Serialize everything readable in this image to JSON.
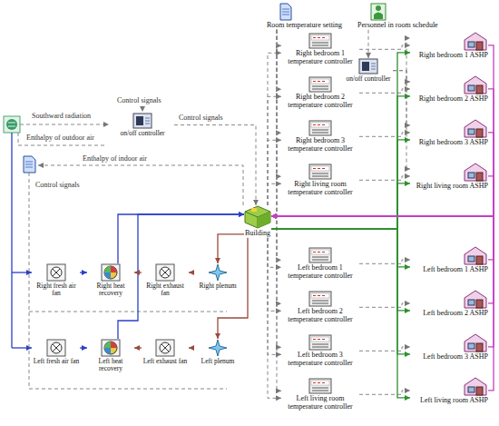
{
  "diagram": {
    "nodes": [
      {
        "text": [
          "on/off controller"
        ]
      },
      {
        "text": [
          "Room temperature setting"
        ]
      },
      {
        "text": [
          "Personnel in room schedule"
        ]
      },
      {
        "text": [
          "Building"
        ]
      },
      {
        "text": [
          "Right bedroom 1 temperature controller"
        ]
      },
      {
        "text": [
          "Right bedroom 2 temperature controller"
        ]
      },
      {
        "text": [
          "Right bedroom 3 temperature controller"
        ]
      },
      {
        "text": [
          "Right living room temperature controller"
        ]
      },
      {
        "text": [
          "on/off controller"
        ]
      },
      {
        "text": [
          "Right bedroom 1 ASHP"
        ]
      },
      {
        "text": [
          "Right bedroom 2 ASHP"
        ]
      },
      {
        "text": [
          "Right bedroom 3 ASHP"
        ]
      },
      {
        "text": [
          "Right living room ASHP"
        ]
      },
      {
        "text": [
          "Right fresh air fan"
        ]
      },
      {
        "text": [
          "Right heat recovery"
        ]
      },
      {
        "text": [
          "Right exhaust fan"
        ]
      },
      {
        "text": [
          "Right plenum"
        ]
      },
      {
        "text": [
          "Left fresh air fan"
        ]
      },
      {
        "text": [
          "Left heat recovery"
        ]
      },
      {
        "text": [
          "Left exhaust fan"
        ]
      },
      {
        "text": [
          "Left plenum"
        ]
      },
      {
        "text": [
          "Left bedroom 1 temperature controller"
        ]
      },
      {
        "text": [
          "Left bedroom 2 temperature controller"
        ]
      },
      {
        "text": [
          "Left bedroom 3 temperature controller"
        ]
      },
      {
        "text": [
          "Left living room temperature controller"
        ]
      },
      {
        "text": [
          "Left bedroom 1 ASHP"
        ]
      },
      {
        "text": [
          "Left bedroom 2 ASHP"
        ]
      },
      {
        "text": [
          "Left bedroom 3 ASHP"
        ]
      },
      {
        "text": [
          "Left living room ASHP"
        ]
      }
    ],
    "edges": [
      {
        "from": 0,
        "to": 3,
        "arrow": "to"
      },
      {
        "from": 1,
        "to": 4,
        "arrow": "to"
      },
      {
        "from": 1,
        "to": 5,
        "arrow": "to"
      },
      {
        "from": 1,
        "to": 6,
        "arrow": "to"
      },
      {
        "from": 1,
        "to": 7,
        "arrow": "to"
      },
      {
        "from": 1,
        "to": 21,
        "arrow": "to"
      },
      {
        "from": 1,
        "to": 22,
        "arrow": "to"
      },
      {
        "from": 1,
        "to": 23,
        "arrow": "to"
      },
      {
        "from": 1,
        "to": 24,
        "arrow": "to"
      },
      {
        "from": 3,
        "to": 4,
        "arrow": "to"
      },
      {
        "from": 3,
        "to": 5,
        "arrow": "to"
      },
      {
        "from": 3,
        "to": 6,
        "arrow": "to"
      },
      {
        "from": 3,
        "to": 7,
        "arrow": "to"
      },
      {
        "from": 3,
        "to": 21,
        "arrow": "to"
      },
      {
        "from": 3,
        "to": 22,
        "arrow": "to"
      },
      {
        "from": 3,
        "to": 23,
        "arrow": "to"
      },
      {
        "from": 3,
        "to": 24,
        "arrow": "to"
      },
      {
        "from": 4,
        "to": 9,
        "arrow": "to"
      },
      {
        "from": 5,
        "to": 10,
        "arrow": "to"
      },
      {
        "from": 6,
        "to": 11,
        "arrow": "to"
      },
      {
        "from": 7,
        "to": 12,
        "arrow": "to"
      },
      {
        "from": 21,
        "to": 25,
        "arrow": "to"
      },
      {
        "from": 22,
        "to": 26,
        "arrow": "to"
      },
      {
        "from": 23,
        "to": 27,
        "arrow": "to"
      },
      {
        "from": 24,
        "to": 28,
        "arrow": "to"
      },
      {
        "from": 2,
        "to": 8,
        "arrow": "to"
      },
      {
        "from": 8,
        "to": 9,
        "arrow": "to"
      },
      {
        "from": 8,
        "to": 10,
        "arrow": "to"
      },
      {
        "from": 8,
        "to": 11,
        "arrow": "to"
      },
      {
        "from": 8,
        "to": 12,
        "arrow": "to"
      },
      {
        "from": 3,
        "to": 9,
        "arrow": "to"
      },
      {
        "from": 3,
        "to": 10,
        "arrow": "to"
      },
      {
        "from": 3,
        "to": 11,
        "arrow": "to"
      },
      {
        "from": 3,
        "to": 12,
        "arrow": "to"
      },
      {
        "from": 3,
        "to": 25,
        "arrow": "to"
      },
      {
        "from": 3,
        "to": 26,
        "arrow": "to"
      },
      {
        "from": 3,
        "to": 27,
        "arrow": "to"
      },
      {
        "from": 3,
        "to": 28,
        "arrow": "to"
      },
      {
        "from": 9,
        "to": 3,
        "arrow": "to"
      },
      {
        "from": 10,
        "to": 3,
        "arrow": "to"
      },
      {
        "from": 11,
        "to": 3,
        "arrow": "to"
      },
      {
        "from": 12,
        "to": 3,
        "arrow": "to"
      },
      {
        "from": 25,
        "to": 3,
        "arrow": "to"
      },
      {
        "from": 26,
        "to": 3,
        "arrow": "to"
      },
      {
        "from": 27,
        "to": 3,
        "arrow": "to"
      },
      {
        "from": 28,
        "to": 3,
        "arrow": "to"
      },
      {
        "from": 13,
        "to": 14,
        "arrow": "to"
      },
      {
        "from": 14,
        "to": 3,
        "arrow": "to"
      },
      {
        "from": 17,
        "to": 18,
        "arrow": "to"
      },
      {
        "from": 18,
        "to": 3,
        "arrow": "to"
      },
      {
        "from": 3,
        "to": 16,
        "arrow": "to"
      },
      {
        "from": 16,
        "to": 15,
        "arrow": "to"
      },
      {
        "from": 15,
        "to": 14,
        "arrow": "to"
      },
      {
        "from": 3,
        "to": 20,
        "arrow": "to"
      },
      {
        "from": 20,
        "to": 19,
        "arrow": "to"
      },
      {
        "from": 19,
        "to": 18,
        "arrow": "to"
      }
    ],
    "labels": [
      "Control signals",
      "Southward radiation",
      "Control signals",
      "Enthalpy of outdoor air",
      "Enthalpy of indoor air",
      "Control signals"
    ]
  }
}
